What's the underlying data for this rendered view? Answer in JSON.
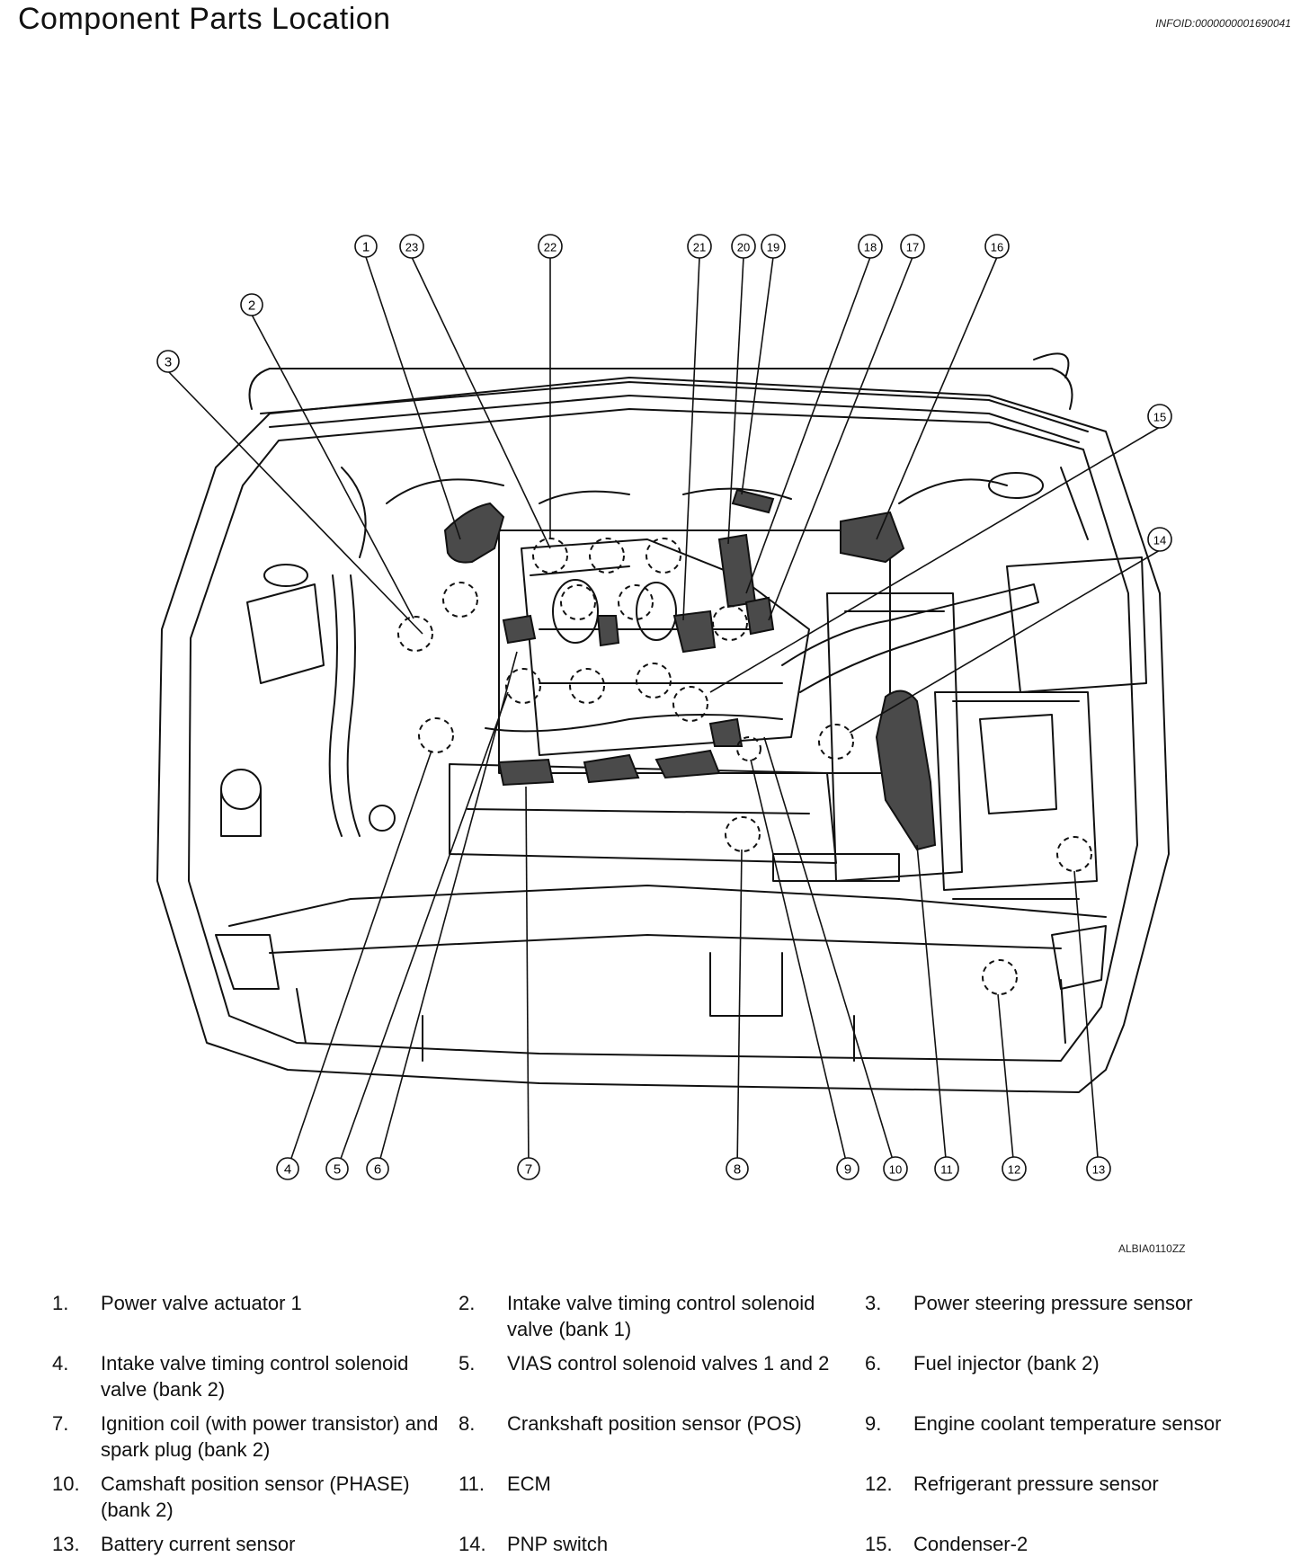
{
  "header": {
    "title": "Component Parts Location",
    "doc_id": "INFOID:0000000001690041"
  },
  "figure": {
    "code": "ALBIA0110ZZ",
    "callouts": [
      "1",
      "2",
      "3",
      "4",
      "5",
      "6",
      "7",
      "8",
      "9",
      "10",
      "11",
      "12",
      "13",
      "14",
      "15",
      "16",
      "17",
      "18",
      "19",
      "20",
      "21",
      "22",
      "23"
    ]
  },
  "legend": [
    {
      "num": "1.",
      "label": "Power valve actuator 1"
    },
    {
      "num": "2.",
      "label": "Intake valve timing control solenoid valve (bank 1)"
    },
    {
      "num": "3.",
      "label": "Power steering pressure sensor"
    },
    {
      "num": "4.",
      "label": "Intake valve timing control solenoid valve (bank 2)"
    },
    {
      "num": "5.",
      "label": "VIAS control solenoid valves 1 and 2"
    },
    {
      "num": "6.",
      "label": "Fuel injector (bank 2)"
    },
    {
      "num": "7.",
      "label": "Ignition coil (with power transistor) and spark plug (bank 2)"
    },
    {
      "num": "8.",
      "label": "Crankshaft position sensor (POS)"
    },
    {
      "num": "9.",
      "label": "Engine coolant temperature sensor"
    },
    {
      "num": "10.",
      "label": "Camshaft position sensor (PHASE) (bank 2)"
    },
    {
      "num": "11.",
      "label": "ECM"
    },
    {
      "num": "12.",
      "label": "Refrigerant pressure sensor"
    },
    {
      "num": "13.",
      "label": "Battery current sensor"
    },
    {
      "num": "14.",
      "label": "PNP switch"
    },
    {
      "num": "15.",
      "label": "Condenser-2"
    }
  ]
}
